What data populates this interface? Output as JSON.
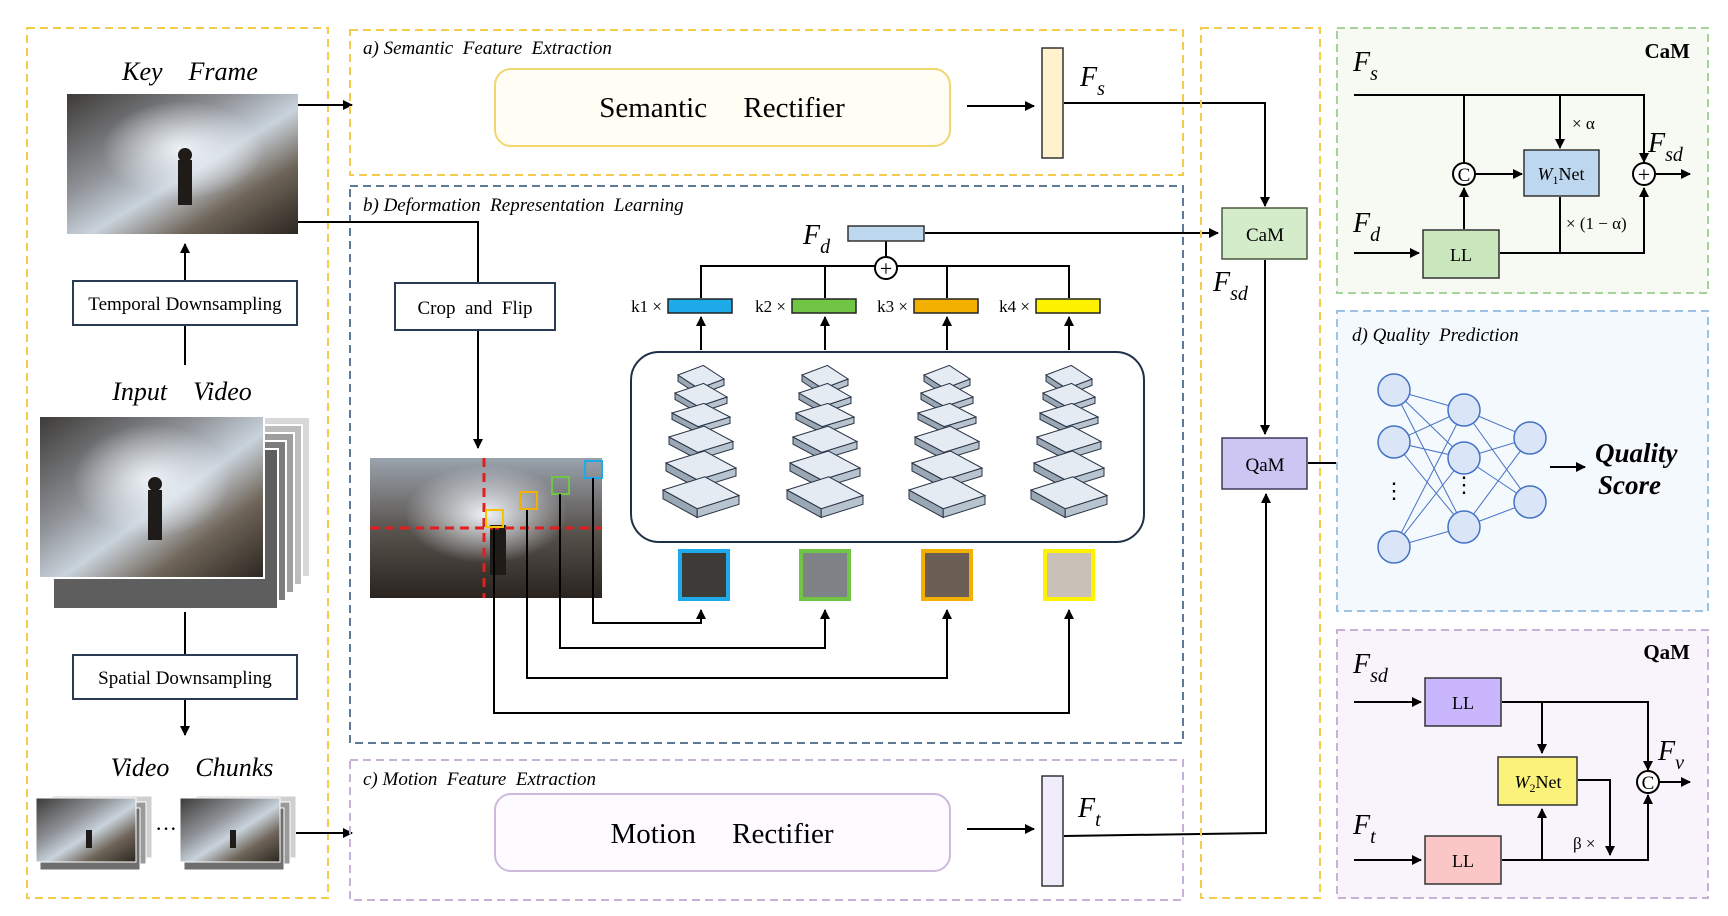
{
  "left": {
    "key_frame": "Key    Frame",
    "temporal": "Temporal Downsampling",
    "input_video": "Input    Video",
    "spatial": "Spatial  Downsampling",
    "video_chunks": "Video    Chunks",
    "ellipsis": "···"
  },
  "semantic": {
    "title": "a) Semantic  Feature  Extraction",
    "rectifier": "Semantic     Rectifier",
    "fs_main": "F",
    "fs_sub": "s"
  },
  "deform": {
    "title": "b) Deformation  Representation  Learning",
    "crop_flip": "Crop  and  Flip",
    "fd_main": "F",
    "fd_sub": "d",
    "plus": "+",
    "k_labels": [
      "k1 ×",
      "k2 ×",
      "k3 ×",
      "k4 ×"
    ]
  },
  "motion": {
    "title": "c) Motion  Feature  Extraction",
    "rectifier": "Motion     Rectifier",
    "ft_main": "F",
    "ft_sub": "t"
  },
  "center": {
    "cam": "CaM",
    "qam": "QaM",
    "fsd_main": "F",
    "fsd_sub": "sd"
  },
  "cam_module": {
    "title": "CaM",
    "fs_main": "F",
    "fs_sub": "s",
    "fd_main": "F",
    "fd_sub": "d",
    "fsd_main": "F",
    "fsd_sub": "sd",
    "concat": "C",
    "w1net_main": "W",
    "w1net_sub": "1",
    "w1net_rest": "Net",
    "ll": "LL",
    "alpha": "× α",
    "one_minus_alpha": "× (1 − α)",
    "plus": "+"
  },
  "quality": {
    "title": "d) Quality  Prediction",
    "score_line1": "Quality",
    "score_line2": "Score",
    "dots": "⋮"
  },
  "qam_module": {
    "title": "QaM",
    "fsd_main": "F",
    "fsd_sub": "sd",
    "ft_main": "F",
    "ft_sub": "t",
    "fv_main": "F",
    "fv_sub": "v",
    "ll_top": "LL",
    "ll_bottom": "LL",
    "w2net_main": "W",
    "w2net_sub": "2",
    "w2net_rest": "Net",
    "beta": "β ×",
    "concat": "C"
  },
  "colors": {
    "yellow_border": "#f2cc4a",
    "blue_border": "#5f7a96",
    "purple_border": "#c6b1d9",
    "green_border": "#a6d39a",
    "lightblue_border": "#9cc3e6",
    "cam_fill": "#d4ecc9",
    "qam_fill": "#cdc5f2",
    "ll_green": "#c9e6bd",
    "w1_fill": "#bdd7ee",
    "ll_purple": "#c9b6fc",
    "w2_fill": "#fbf27b",
    "ll_pink": "#fbc6c6",
    "k1": "#1ea9e8",
    "k2": "#70c544",
    "k3": "#f4b000",
    "k4": "#fff200"
  }
}
